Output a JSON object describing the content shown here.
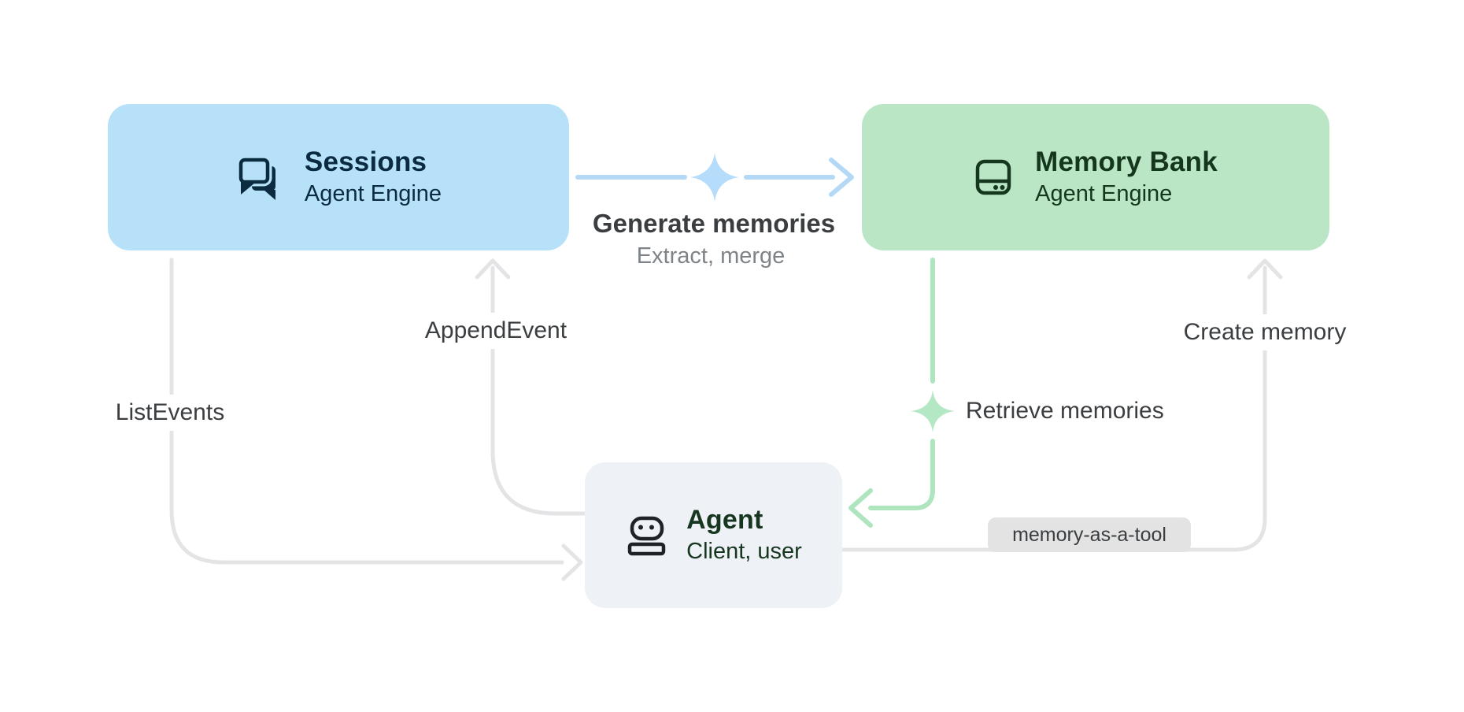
{
  "diagram": {
    "background": "#ffffff",
    "label_color": "#3b3e41",
    "sublabel_color": "#7e8388",
    "badge_bg": "#e3e3e3",
    "nodes": {
      "sessions": {
        "title": "Sessions",
        "subtitle": "Agent Engine",
        "bg": "#b6e1f9",
        "fg": "#0b2b40"
      },
      "memory_bank": {
        "title": "Memory Bank",
        "subtitle": "Agent Engine",
        "bg": "#bae6c6",
        "fg": "#15371e"
      },
      "agent": {
        "title": "Agent",
        "subtitle": "Client, user",
        "bg": "#eef1f5",
        "fg": "#17361f",
        "icon_color": "#1f2227"
      }
    },
    "edges": {
      "generate_memories": {
        "label": "Generate memories",
        "sublabel": "Extract, merge",
        "color": "#b4d9f7",
        "sparkle_color": "#b5dcfa",
        "direction": "Sessions to Memory Bank"
      },
      "append_event": {
        "label": "AppendEvent",
        "color": "#e4e4e6",
        "direction": "Agent to Sessions"
      },
      "list_events": {
        "label": "ListEvents",
        "color": "#e4e4e6",
        "direction": "Sessions to Agent"
      },
      "retrieve_memories": {
        "label": "Retrieve memories",
        "color": "#aee5bf",
        "sparkle_color": "#b4e7c4",
        "direction": "Memory Bank to Agent"
      },
      "create_memory": {
        "label": "Create memory",
        "badge": "memory-as-a-tool",
        "color": "#e4e4e6",
        "direction": "Agent to Memory Bank"
      }
    }
  }
}
